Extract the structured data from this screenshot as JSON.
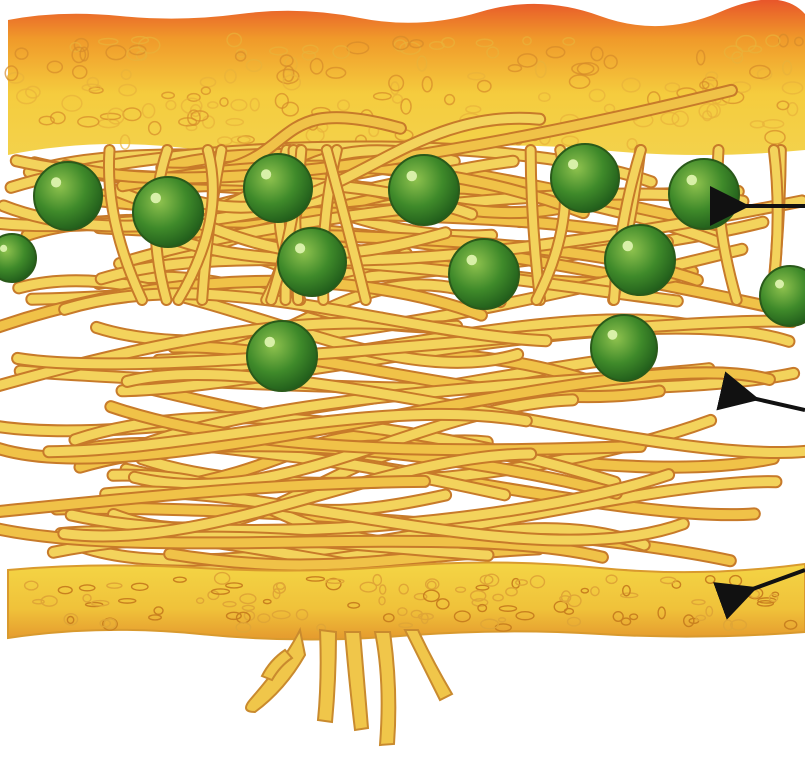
{
  "figure": {
    "layers": [
      {
        "id": "upper-cortex",
        "fill": "#f2c43a",
        "edge": "#e05a1a"
      },
      {
        "id": "algal-layer",
        "cell_fill": "#3f8a2a",
        "cell_highlight": "#b9e07a"
      },
      {
        "id": "medulla",
        "hypha_fill": "#f0cd55",
        "hypha_edge": "#c77a2a"
      },
      {
        "id": "lower-cortex",
        "fill": "#f5cf3c",
        "edge": "#d27a1c"
      },
      {
        "id": "rhizines",
        "fill": "#f0c64a"
      }
    ],
    "arrows": [
      {
        "id": "arrow-algae",
        "target": "algal-layer"
      },
      {
        "id": "arrow-medulla",
        "target": "medulla"
      },
      {
        "id": "arrow-lower-cortex",
        "target": "lower-cortex"
      }
    ],
    "colors": {
      "arrow": "#111111",
      "background": "#ffffff"
    }
  }
}
